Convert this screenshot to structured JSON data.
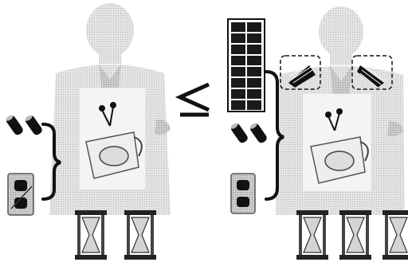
{
  "diagram": {
    "relation_symbol": "≤",
    "panels": [
      {
        "id": "left",
        "battery_count": 2,
        "hourglass_count": 2,
        "has_solar_panel": false,
        "has_shoulder_solar_cells": false
      },
      {
        "id": "right",
        "battery_count": 2,
        "hourglass_count": 3,
        "has_solar_panel": true,
        "has_shoulder_solar_cells": true
      }
    ],
    "colors": {
      "figure": "#d8d8d8",
      "figure_dark": "#c4c4c4",
      "ink": "#111111",
      "solar_cell": "#1a1a1a",
      "hourglass": "#cfcfcf"
    }
  }
}
